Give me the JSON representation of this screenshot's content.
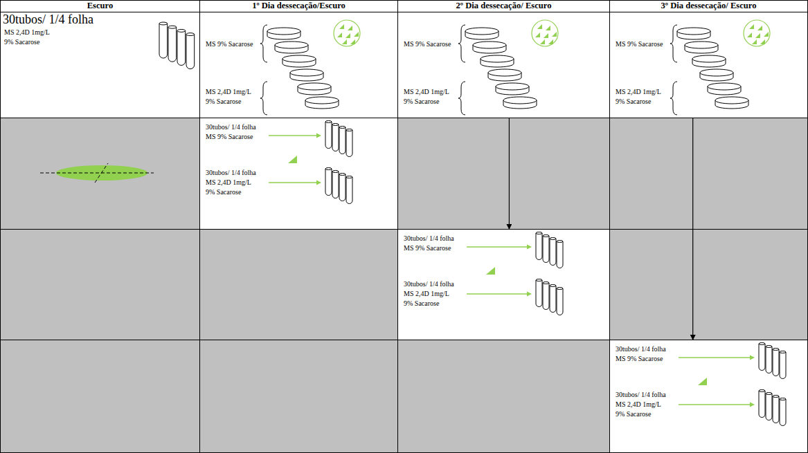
{
  "diagram": {
    "nodes": [
      {
        "text": [
          "Escuro"
        ]
      },
      {
        "text": [
          "1º Dia dessecação/Escuro"
        ]
      },
      {
        "text": [
          "2º Dia dessecação/ Escuro"
        ]
      },
      {
        "text": [
          "3º Dia dessecação/ Escuro"
        ]
      },
      {
        "text": [
          "30tubos/ 1/4 folha",
          "MS 2,4D 1mg/L 9% Sacarose"
        ]
      },
      {
        "text": [
          "MS 9% Sacarose",
          "MS 2,4D 1mg/L 9% Sacarose"
        ]
      },
      {
        "text": [
          "MS 9% Sacarose",
          "MS 2,4D 1mg/L 9% Sacarose"
        ]
      },
      {
        "text": [
          "MS 9% Sacarose",
          "MS 2,4D 1mg/L 9% Sacarose"
        ]
      },
      {
        "text": [
          "30tubos/ 1/4 folha MS 9% Sacarose",
          "30tubos/ 1/4 folha MS 2,4D 1mg/L 9% Sacarose"
        ]
      },
      {
        "text": [
          "30tubos/ 1/4 folha MS 9% Sacarose",
          "30tubos/ 1/4 folha MS 2,4D 1mg/L 9% Sacarose"
        ]
      },
      {
        "text": [
          "30tubos/ 1/4 folha MS 9% Sacarose",
          "30tubos/ 1/4 folha MS 2,4D 1mg/L 9% Sacarose"
        ]
      }
    ],
    "edges": [
      {
        "from": 6,
        "to": 9,
        "arrow": "to"
      },
      {
        "from": 7,
        "to": 10,
        "arrow": "to"
      }
    ]
  }
}
